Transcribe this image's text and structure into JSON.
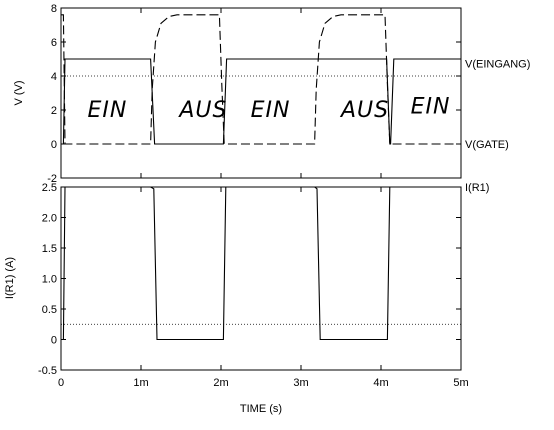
{
  "chart_data": [
    {
      "type": "line",
      "ylabel": "V  (V)",
      "ylim": [
        -2,
        8
      ],
      "yticks": [
        "-2",
        "0",
        "2",
        "4",
        "6",
        "8"
      ],
      "xlim": [
        0,
        5
      ],
      "x_unit": "ms",
      "series": [
        {
          "name": "V(EINGANG)",
          "style": "solid",
          "points": [
            [
              0,
              0
            ],
            [
              0.03,
              0
            ],
            [
              0.05,
              5
            ],
            [
              1.12,
              5
            ],
            [
              1.17,
              0
            ],
            [
              2.03,
              0
            ],
            [
              2.07,
              5
            ],
            [
              4.07,
              5
            ],
            [
              4.11,
              0
            ],
            [
              4.12,
              0
            ],
            [
              4.16,
              5
            ],
            [
              5.0,
              5
            ]
          ]
        },
        {
          "name": "V(GATE)",
          "style": "dashed",
          "points": [
            [
              0,
              7.6
            ],
            [
              0.03,
              7.6
            ],
            [
              0.05,
              0
            ],
            [
              1.12,
              0
            ],
            [
              1.14,
              3.2
            ],
            [
              1.18,
              6.0
            ],
            [
              1.25,
              7.1
            ],
            [
              1.35,
              7.5
            ],
            [
              1.45,
              7.6
            ],
            [
              1.98,
              7.6
            ],
            [
              2.01,
              3.5
            ],
            [
              2.04,
              0
            ],
            [
              3.17,
              0
            ],
            [
              3.19,
              3.2
            ],
            [
              3.23,
              6.0
            ],
            [
              3.3,
              7.1
            ],
            [
              3.4,
              7.5
            ],
            [
              3.5,
              7.6
            ],
            [
              4.05,
              7.6
            ],
            [
              4.08,
              3.5
            ],
            [
              4.11,
              0
            ],
            [
              5.0,
              0
            ]
          ]
        },
        {
          "name": "",
          "style": "dotted",
          "points": [
            [
              0,
              4.0
            ],
            [
              5.0,
              4.0
            ]
          ]
        }
      ],
      "annotations": [
        {
          "text": "EIN",
          "x": 0.58,
          "y": 1.6
        },
        {
          "text": "AUS",
          "x": 1.78,
          "y": 1.6
        },
        {
          "text": "EIN",
          "x": 2.62,
          "y": 1.6
        },
        {
          "text": "AUS",
          "x": 3.8,
          "y": 1.6
        },
        {
          "text": "EIN",
          "x": 4.62,
          "y": 1.8
        }
      ],
      "right_labels": [
        {
          "text": "V(EINGANG)",
          "y": 4.75
        },
        {
          "text": "V(GATE)",
          "y": 0
        }
      ]
    },
    {
      "type": "line",
      "ylabel": "I(R1)  (A)",
      "xlabel": "TIME  (s)",
      "ylim": [
        -0.5,
        2.5
      ],
      "yticks": [
        "-0.5",
        "0",
        "0.5",
        "1.0",
        "1.5",
        "2.0",
        "2.5"
      ],
      "xlim": [
        0,
        5
      ],
      "x_unit": "ms",
      "xticks": [
        "0",
        "1m",
        "2m",
        "3m",
        "4m",
        "5m"
      ],
      "series": [
        {
          "name": "I(R1)",
          "style": "solid",
          "points": [
            [
              0,
              0
            ],
            [
              0.03,
              0
            ],
            [
              0.05,
              2.5
            ],
            [
              1.12,
              2.5
            ],
            [
              1.16,
              2.47
            ],
            [
              1.2,
              0
            ],
            [
              2.03,
              0
            ],
            [
              2.06,
              2.5
            ],
            [
              3.17,
              2.5
            ],
            [
              3.2,
              2.47
            ],
            [
              3.24,
              0
            ],
            [
              4.08,
              0
            ],
            [
              4.11,
              2.5
            ],
            [
              5.0,
              2.5
            ]
          ]
        },
        {
          "name": "",
          "style": "dotted",
          "points": [
            [
              0,
              0.25
            ],
            [
              5.0,
              0.25
            ]
          ]
        }
      ],
      "right_labels": [
        {
          "text": "I(R1)",
          "y": 2.5
        }
      ]
    }
  ]
}
